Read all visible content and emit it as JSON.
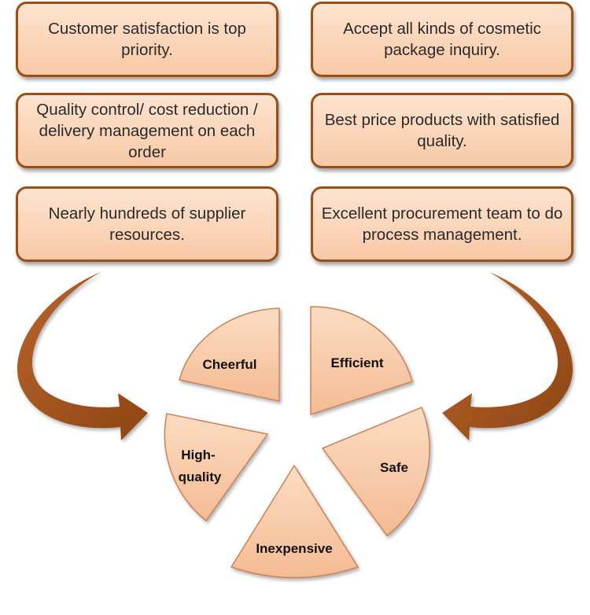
{
  "boxes": {
    "left_1": "Customer satisfaction is top priority.",
    "left_2": "Quality control/ cost reduction / delivery management on each order",
    "left_3": "Nearly hundreds of supplier resources.",
    "right_1": "Accept all kinds of cosmetic package inquiry.",
    "right_2": "Best price products with satisfied quality.",
    "right_3": "Excellent procurement team to do process management."
  },
  "wedges": {
    "cheerful": "Cheerful",
    "efficient": "Efficient",
    "safe": "Safe",
    "inexpensive": "Inexpensive",
    "high_quality_line1": "High-",
    "high_quality_line2": "quality"
  },
  "colors": {
    "box_border": "#9a4f17",
    "box_fill_top": "#fde3cf",
    "box_fill_bottom": "#f8c9a6",
    "wedge_fill": "#f7c9a3",
    "wedge_stroke": "#c9835a",
    "arrow": "#a2521a"
  }
}
